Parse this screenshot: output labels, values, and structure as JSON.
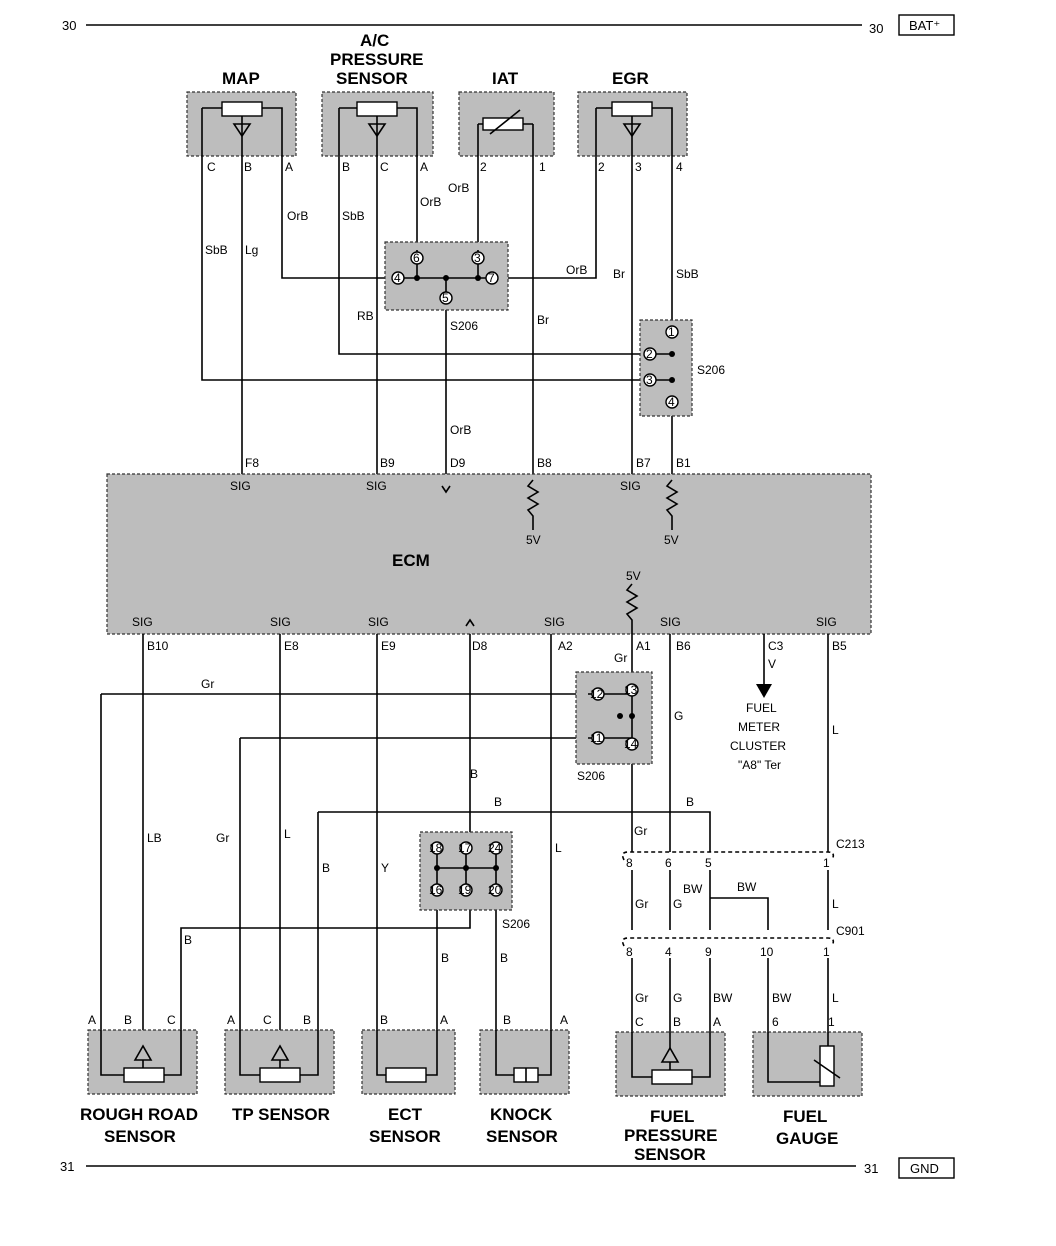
{
  "rails": {
    "top_left": "30",
    "top_right": "30",
    "top_tag": "BAT⁺",
    "bottom_left": "31",
    "bottom_right": "31",
    "bottom_tag": "GND"
  },
  "sensors_top": {
    "map": {
      "title": "MAP",
      "pins": [
        "C",
        "B",
        "A"
      ]
    },
    "ac": {
      "title_1": "A/C",
      "title_2": "PRESSURE",
      "title_3": "SENSOR",
      "pins": [
        "B",
        "C",
        "A"
      ]
    },
    "iat": {
      "title": "IAT",
      "pins": [
        "2",
        "1"
      ]
    },
    "egr": {
      "title": "EGR",
      "pins": [
        "2",
        "3",
        "4"
      ]
    }
  },
  "wires_top": {
    "orb1": "OrB",
    "sbb1": "SbB",
    "lg": "Lg",
    "sbb2": "SbB",
    "orb2": "OrB",
    "orb3": "OrB",
    "orb4": "OrB",
    "br1": "Br",
    "sbb3": "SbB",
    "rb": "RB",
    "br2": "Br",
    "orb5": "OrB"
  },
  "splices": {
    "s206_a": "S206",
    "s206_b": "S206",
    "s206_c": "S206",
    "s206_d": "S206"
  },
  "splice_pins": {
    "a": [
      "6",
      "3",
      "4",
      "7",
      "5"
    ],
    "b": [
      "1",
      "2",
      "3",
      "4"
    ],
    "c": [
      "12",
      "13",
      "11",
      "14"
    ],
    "d": [
      "18",
      "17",
      "24",
      "16",
      "19",
      "20"
    ]
  },
  "ecm": {
    "label": "ECM",
    "top_pins": [
      "F8",
      "B9",
      "D9",
      "B8",
      "B7",
      "B1"
    ],
    "top_sig": [
      "SIG",
      "SIG",
      "SIG"
    ],
    "ref_5v": [
      "5V",
      "5V",
      "5V"
    ],
    "bottom_pins": [
      "B10",
      "E8",
      "E9",
      "D8",
      "A2",
      "A1",
      "B6",
      "C3",
      "B5"
    ],
    "bottom_sig": [
      "SIG",
      "SIG",
      "SIG",
      "SIG",
      "SIG",
      "SIG"
    ]
  },
  "wires_bottom": {
    "gr1": "Gr",
    "gr2": "Gr",
    "g1": "G",
    "v": "V",
    "l1": "L",
    "b1": "B",
    "b2": "B",
    "b3": "B",
    "lb": "LB",
    "gr3": "Gr",
    "l2": "L",
    "b4": "B",
    "y": "Y",
    "l3": "L",
    "b5": "B",
    "b6": "B",
    "b7": "B",
    "gr4": "Gr",
    "gr5": "Gr",
    "g2": "G",
    "bw1": "BW",
    "bw2": "BW",
    "l4": "L",
    "gr6": "Gr",
    "g3": "G",
    "bw3": "BW",
    "bw4": "BW",
    "l5": "L"
  },
  "fuel_meter": {
    "l1": "FUEL",
    "l2": "METER",
    "l3": "CLUSTER",
    "l4": "\"A8\" Ter"
  },
  "connectors": {
    "c213": "C213",
    "c901": "C901",
    "c213_pins": [
      "8",
      "6",
      "5",
      "1"
    ],
    "c901_pins": [
      "8",
      "4",
      "9",
      "10",
      "1"
    ]
  },
  "sensors_bottom": {
    "rough": {
      "t1": "ROUGH ROAD",
      "t2": "SENSOR",
      "pins": [
        "A",
        "B",
        "C"
      ]
    },
    "tp": {
      "t1": "TP SENSOR",
      "pins": [
        "A",
        "C",
        "B"
      ]
    },
    "ect": {
      "t1": "ECT",
      "t2": "SENSOR",
      "pins": [
        "B",
        "A"
      ]
    },
    "knock": {
      "t1": "KNOCK",
      "t2": "SENSOR",
      "pins": [
        "B",
        "A"
      ]
    },
    "fuelp": {
      "t1": "FUEL",
      "t2": "PRESSURE",
      "t3": "SENSOR",
      "pins": [
        "C",
        "B",
        "A"
      ]
    },
    "gauge": {
      "t1": "FUEL",
      "t2": "GAUGE",
      "pins": [
        "6",
        "1"
      ]
    }
  }
}
